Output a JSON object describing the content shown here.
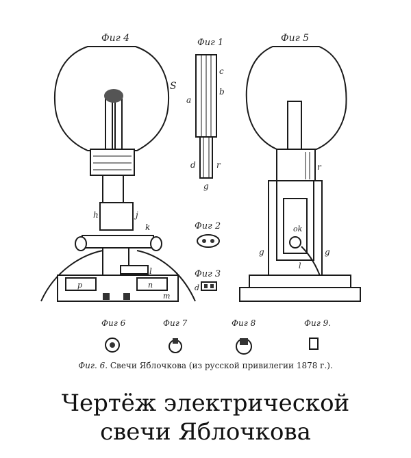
{
  "figures": {
    "fig4": "Фиг 4",
    "fig1": "Фиг 1",
    "fig5": "Фиг 5",
    "fig2": "Фиг 2",
    "fig3": "Фиг 3",
    "fig6": "Фиг 6",
    "fig7": "Фиг 7",
    "fig8": "Фиг 8",
    "fig9": "Фиг 9."
  },
  "labels": {
    "S": "S",
    "a": "a",
    "b": "b",
    "c": "c",
    "d": "d",
    "r1": "r",
    "g1": "g",
    "h": "h",
    "j": "j",
    "k": "k",
    "l": "l",
    "p": "p",
    "n": "n",
    "m": "m",
    "d3": "d",
    "r5": "r",
    "ok": "ok",
    "g5l": "g",
    "g5r": "g",
    "l5": "l"
  },
  "caption": {
    "fig_ref": "Фиг. 6.",
    "text": "Свечи Яблочкова (из русской привилегии 1878 г.)."
  },
  "title": {
    "line1": "Чертёж электрической",
    "line2": "свечи Яблочкова"
  }
}
